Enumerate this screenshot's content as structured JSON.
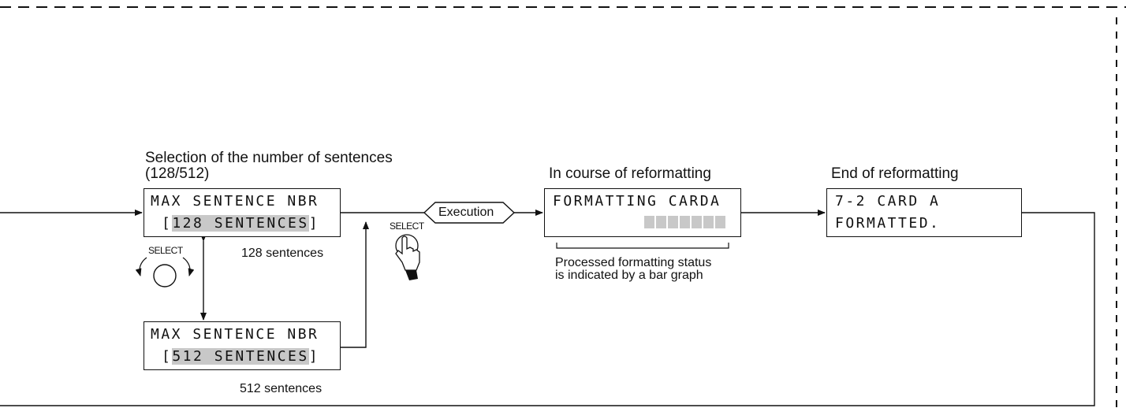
{
  "selection": {
    "title_line1": "Selection of the number of sentences",
    "title_line2": "(128/512)",
    "lcd128": {
      "line1": "MAX SENTENCE NBR",
      "bracket_open": "[",
      "value": "128 SENTENCES",
      "bracket_close": "]",
      "caption": "128 sentences"
    },
    "lcd512": {
      "line1": "MAX SENTENCE NBR",
      "bracket_open": "[",
      "value": "512 SENTENCES",
      "bracket_close": "]",
      "caption": "512 sentences"
    },
    "knob_label": "SELECT"
  },
  "execution": {
    "button_label": "SELECT",
    "action_label": "Execution"
  },
  "reformatting": {
    "title": "In course of reformatting",
    "line1": "FORMATTING CARDA",
    "progress_cells": 7,
    "note_line1": "Processed formatting status",
    "note_line2": "is indicated by a bar graph"
  },
  "end": {
    "title": "End of reformatting",
    "line1": "7-2 CARD A",
    "line2": "FORMATTED."
  },
  "colors": {
    "stroke": "#111111",
    "highlight": "#c8c8c8"
  }
}
